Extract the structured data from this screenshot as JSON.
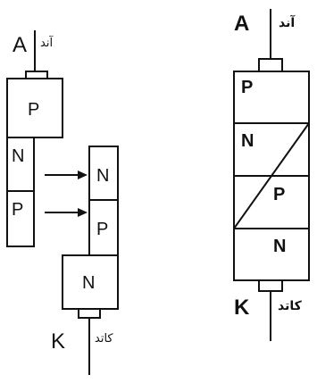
{
  "left_diagram": {
    "anode_letter": "A",
    "anode_name": "آند",
    "cathode_letter": "K",
    "cathode_name": "کاتد",
    "transistor_1": {
      "top": "P",
      "mid": "N",
      "bottom": "P"
    },
    "transistor_2": {
      "top": "N",
      "mid": "P",
      "bottom": "N"
    }
  },
  "right_diagram": {
    "anode_letter": "A",
    "anode_name": "آند",
    "cathode_letter": "K",
    "cathode_name": "کاتد",
    "layers": [
      "P",
      "N",
      "P",
      "N"
    ]
  },
  "colors": {
    "ink": "#111111",
    "background": "#ffffff"
  }
}
